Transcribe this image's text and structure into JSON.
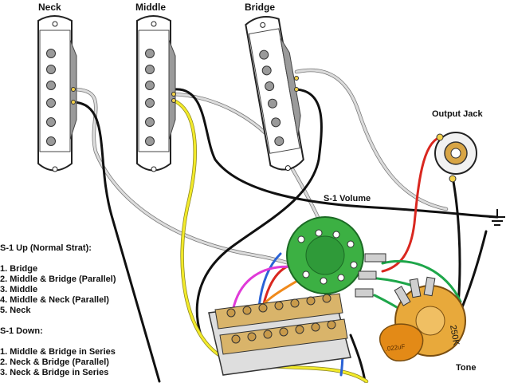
{
  "labels": {
    "neck": "Neck",
    "middle": "Middle",
    "bridge": "Bridge",
    "output_jack": "Output Jack",
    "volume": "S-1 Volume",
    "tone": "Tone",
    "pot_value": "250K",
    "cap_value": ".022uF"
  },
  "legend": {
    "up_title": "S-1 Up (Normal Strat):",
    "up_items": [
      "1. Bridge",
      "2. Middle & Bridge (Parallel)",
      "3. Middle",
      "4. Middle & Neck (Parallel)",
      "5. Neck"
    ],
    "down_title": "S-1 Down:",
    "down_items": [
      "1. Middle & Bridge in Series",
      "2. Neck & Bridge (Parallel)",
      "3. Neck & Bridge in Series"
    ]
  },
  "colors": {
    "pickup_fill": "#ffffff",
    "pickup_stroke": "#222222",
    "pole": "#9a9a9a",
    "wire_black": "#111111",
    "wire_white": "#d8d8d8",
    "wire_yellow": "#f2ea2a",
    "wire_red": "#d9271f",
    "wire_green": "#1ea64a",
    "wire_blue": "#2a62d6",
    "wire_magenta": "#e03ad8",
    "wire_orange": "#f08a1c",
    "pcb_green": "#3cb043",
    "switch_body": "#d9b46a",
    "pot_body": "#e8a93b",
    "capacitor": "#e38a17"
  }
}
